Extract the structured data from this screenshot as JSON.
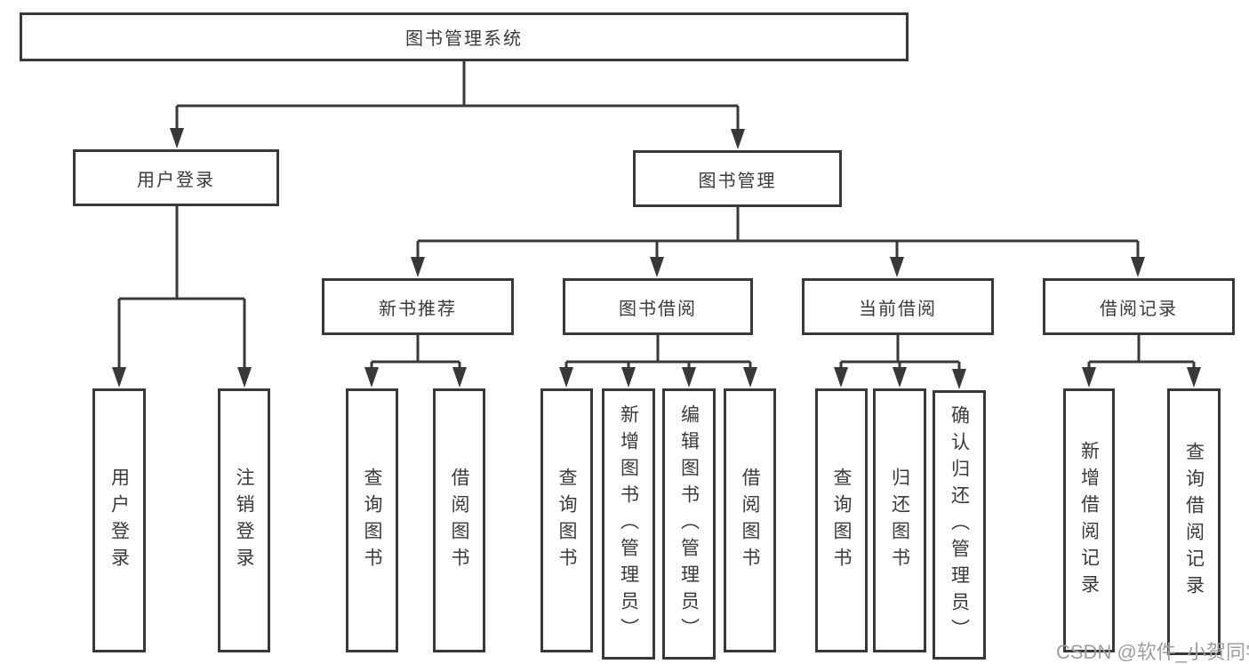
{
  "diagram": {
    "title": "图书管理系统",
    "branches": [
      {
        "label": "用户登录",
        "children": [
          {
            "label": "用户登录"
          },
          {
            "label": "注销登录"
          }
        ]
      },
      {
        "label": "图书管理",
        "children": [
          {
            "label": "新书推荐",
            "children": [
              {
                "label": "查询图书"
              },
              {
                "label": "借阅图书"
              }
            ]
          },
          {
            "label": "图书借阅",
            "children": [
              {
                "label": "查询图书"
              },
              {
                "label": "新增图书（管理员）"
              },
              {
                "label": "编辑图书（管理员）"
              },
              {
                "label": "借阅图书"
              }
            ]
          },
          {
            "label": "当前借阅",
            "children": [
              {
                "label": "查询图书"
              },
              {
                "label": "归还图书"
              },
              {
                "label": "确认归还（管理员）"
              }
            ]
          },
          {
            "label": "借阅记录",
            "children": [
              {
                "label": "新增借阅记录"
              },
              {
                "label": "查询借阅记录"
              }
            ]
          }
        ]
      }
    ]
  },
  "watermark": {
    "text": "CSDN @软件_小贺同学"
  },
  "colors": {
    "line": "#383838",
    "text": "#3a3a3a",
    "watermark": "#9e9e9e",
    "background": "#ffffff"
  }
}
